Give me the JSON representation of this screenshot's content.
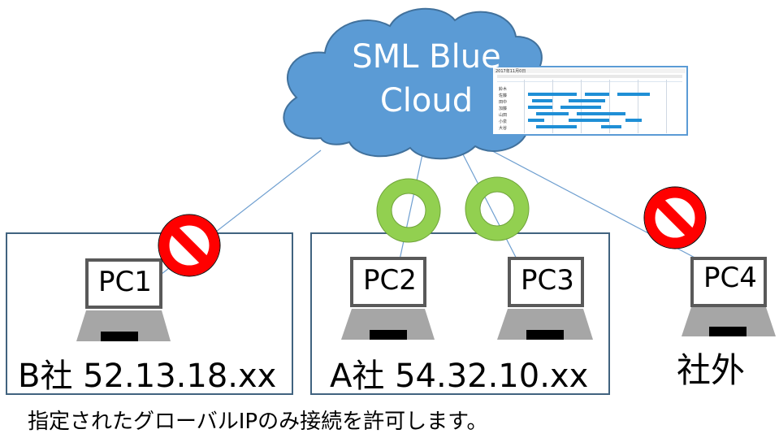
{
  "cloud": {
    "line1": "SML Blue",
    "line2": "Cloud"
  },
  "screenshot": {
    "date": "2017年11月0日",
    "rows": [
      "鈴木",
      "佐藤",
      "田中",
      "加藤",
      "山田",
      "小泉",
      "大谷"
    ]
  },
  "pcs": [
    {
      "id": "pc1",
      "label": "PC1",
      "status": "blocked"
    },
    {
      "id": "pc2",
      "label": "PC2",
      "status": "allowed"
    },
    {
      "id": "pc3",
      "label": "PC3",
      "status": "allowed"
    },
    {
      "id": "pc4",
      "label": "PC4",
      "status": "blocked"
    }
  ],
  "companies": {
    "b": "B社 52.13.18.xx",
    "a": "A社 54.32.10.xx",
    "outside": "社外"
  },
  "caption": "指定されたグローバルIPのみ接続を許可します。",
  "colors": {
    "cloud": "#5b9bd5",
    "cloud_border": "#41719c",
    "allowed": "#92d050",
    "blocked": "#ff0000",
    "box_border": "#41637f",
    "line": "#5b9bd5"
  }
}
